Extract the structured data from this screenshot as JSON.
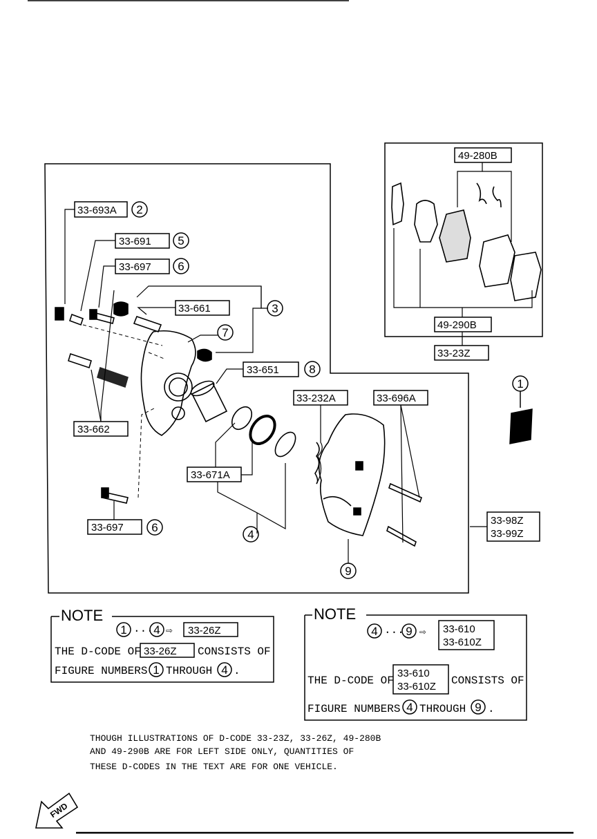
{
  "callouts": {
    "c_33_693a": "33-693A",
    "c_33_691": "33-691",
    "c_33_697a": "33-697",
    "c_33_661": "33-661",
    "c_33_651": "33-651",
    "c_33_662": "33-662",
    "c_33_671a": "33-671A",
    "c_33_697b": "33-697",
    "c_33_232a": "33-232A",
    "c_33_696a": "33-696A",
    "c_49_280b": "49-280B",
    "c_49_290b": "49-290B",
    "c_33_23z": "33-23Z",
    "c_33_98z": "33-98Z",
    "c_33_99z": "33-99Z"
  },
  "figure_numbers": {
    "n2": "2",
    "n5": "5",
    "n6a": "6",
    "n3": "3",
    "n7": "7",
    "n8": "8",
    "n4": "4",
    "n6b": "6",
    "n9": "9",
    "n1": "1"
  },
  "note_left": {
    "heading": "NOTE",
    "from": "1",
    "to": "4",
    "dots": "···",
    "arrow": "⇨",
    "code": "33-26Z",
    "text1a": "THE D-CODE OF",
    "text1_code": "33-26Z",
    "text1b": "CONSISTS OF",
    "text2a": "FIGURE NUMBERS",
    "text2_from": "1",
    "text2b": "THROUGH",
    "text2_to": "4",
    "text2c": "."
  },
  "note_right": {
    "heading": "NOTE",
    "from": "4",
    "to": "9",
    "dots": "···",
    "arrow": "⇨",
    "code1": "33-610",
    "code2": "33-610Z",
    "text1a": "THE D-CODE OF",
    "text1_code1": "33-610",
    "text1_code2": "33-610Z",
    "text1b": "CONSISTS OF",
    "text2a": "FIGURE NUMBERS",
    "text2_from": "4",
    "text2b": "THROUGH",
    "text2_to": "9",
    "text2c": "."
  },
  "footnote": {
    "line1": "THOUGH ILLUSTRATIONS OF D-CODE 33-23Z, 33-26Z, 49-280B",
    "line2": "AND 49-290B ARE FOR LEFT SIDE ONLY, QUANTITIES OF",
    "line3": "THESE D-CODES IN THE TEXT ARE FOR ONE VEHICLE."
  },
  "fwd_label": "FWD"
}
